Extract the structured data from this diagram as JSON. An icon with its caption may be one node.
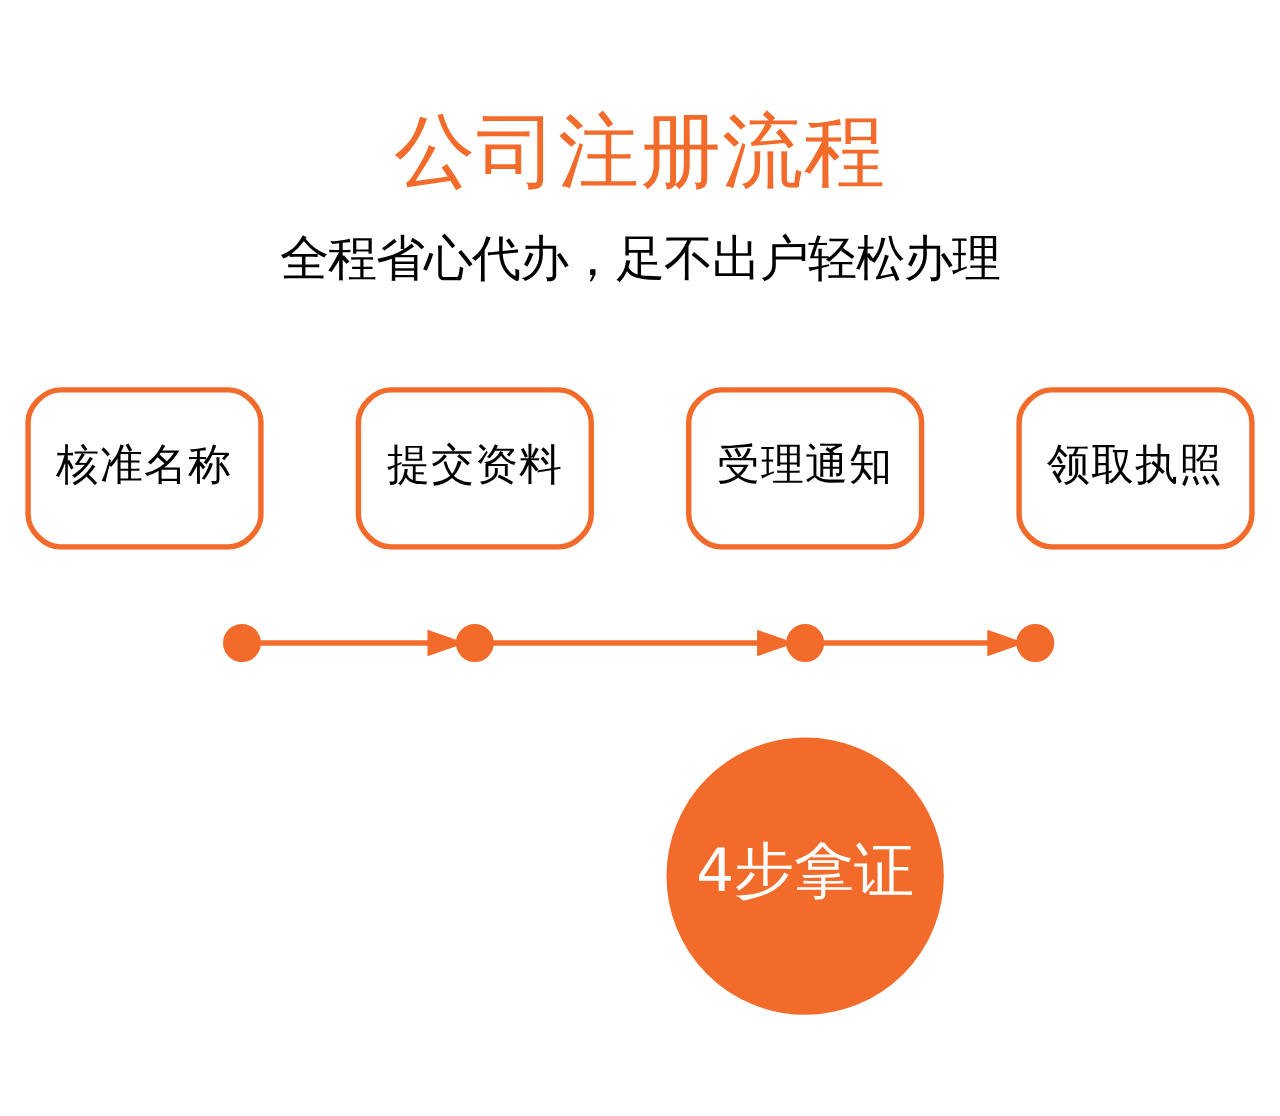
{
  "diagram": {
    "title": "公司注册流程",
    "nodes": [
      {
        "text": [
          "核准名称"
        ]
      },
      {
        "text": [
          "提交资料"
        ]
      },
      {
        "text": [
          "受理通知"
        ]
      },
      {
        "text": [
          "领取执照"
        ]
      },
      {
        "text": [
          "4步拿证"
        ]
      },
      {
        "text": [],
        "shape": "circle"
      },
      {
        "text": [],
        "shape": "circle"
      },
      {
        "text": [],
        "shape": "circle"
      },
      {
        "text": [],
        "shape": "circle"
      }
    ],
    "edges": [
      {
        "from": 5,
        "to": 6,
        "arrow": "to"
      },
      {
        "from": 6,
        "to": 7,
        "arrow": "to"
      },
      {
        "from": 7,
        "to": 8,
        "arrow": "to"
      }
    ],
    "labels": [
      "全程省心代办，足不出户轻松办理"
    ]
  }
}
